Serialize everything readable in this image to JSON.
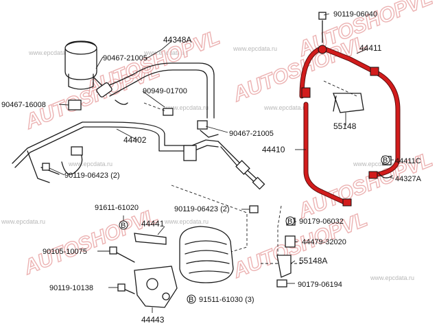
{
  "watermarks": {
    "brand": [
      "AUTOSHOPVL",
      "AUTOSHOPVL",
      "AUTOSHOPVL",
      "AUTOSHOPVL",
      "AUTOSHOPVL",
      "AUTOSHOPVL",
      "AUTOSHOPVL"
    ],
    "site": [
      "www.epcdata.ru",
      "www.epcdata.ru",
      "www.epcdata.ru",
      "www.epcdata.ru",
      "www.epcdata.ru",
      "www.epcdata.ru",
      "www.epcdata.ru",
      "www.epcdata.ru",
      "www.epcdata.ru",
      "www.epcdata.ru"
    ]
  },
  "highlight_color": "#d21c1c",
  "labels": [
    {
      "text": "90119-06040"
    },
    {
      "text": "44348A"
    },
    {
      "text": "44411"
    },
    {
      "text": "90467-21005"
    },
    {
      "text": "90949-01700"
    },
    {
      "text": "90467-16008"
    },
    {
      "text": "55148"
    },
    {
      "text": "90467-21005"
    },
    {
      "text": "44402"
    },
    {
      "text": "44410"
    },
    {
      "text": "44411C"
    },
    {
      "text": "90119-06423 (2)"
    },
    {
      "text": "44327A"
    },
    {
      "text": "91611-61020"
    },
    {
      "text": "90119-06423 (2)"
    },
    {
      "text": "44441"
    },
    {
      "text": "90179-06032"
    },
    {
      "text": "44479-32020"
    },
    {
      "text": "90105-10075"
    },
    {
      "text": "55148A"
    },
    {
      "text": "90179-06194"
    },
    {
      "text": "90119-10138"
    },
    {
      "text": "91511-61030 (3)"
    },
    {
      "text": "44443"
    }
  ],
  "badges": [
    "B",
    "B",
    "B",
    "B"
  ]
}
